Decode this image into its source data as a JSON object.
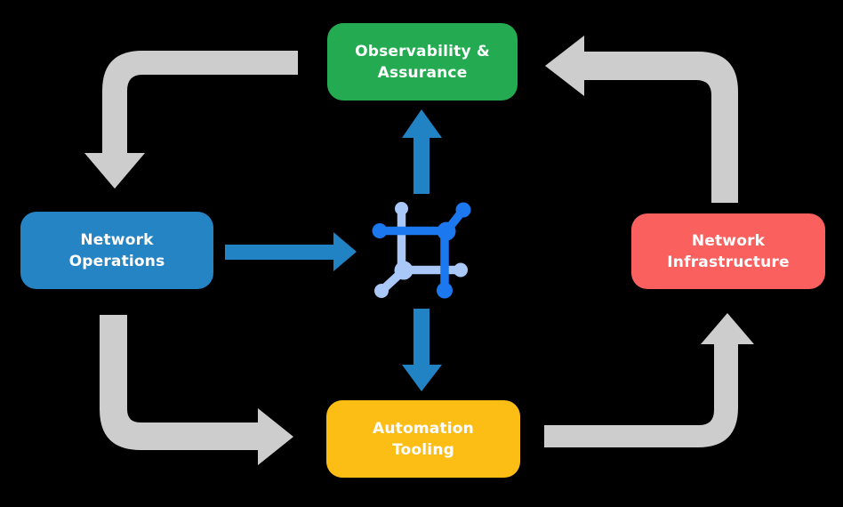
{
  "diagram": {
    "name": "network-automation-cycle",
    "nodes": {
      "observability": {
        "text": "Observability &\nAssurance",
        "color": "#24AB51",
        "text_color": "#FFFFFF"
      },
      "operations": {
        "text": "Network\nOperations",
        "color": "#2484C4",
        "text_color": "#FFFFFF"
      },
      "infrastructure": {
        "text": "Network\nInfrastructure",
        "color": "#FA605E",
        "text_color": "#FFFFFF"
      },
      "automation": {
        "text": "Automation\nTooling",
        "color": "#FCBE15",
        "text_color": "#FFFFFF"
      }
    },
    "colors": {
      "background": "#000000",
      "arrow_gray": "#CDCDCD",
      "arrow_blue": "#2283C4",
      "icon_blue_dark": "#1B78EE",
      "icon_blue_light": "#A9C8F8"
    },
    "icon": {
      "name": "network-mesh-icon"
    }
  }
}
